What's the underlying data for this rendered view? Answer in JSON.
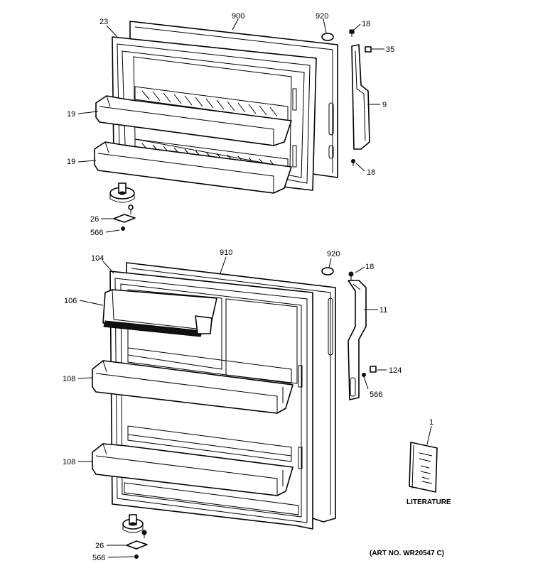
{
  "upper": {
    "labels": {
      "door": "23",
      "gasket_frame": "900",
      "plug": "920",
      "screw_top": "18",
      "cap": "35",
      "hinge": "9",
      "screw_bottom": "18",
      "shelf_a": "19",
      "shelf_b": "19",
      "hinge_plate": "26",
      "screw_plate": "566"
    }
  },
  "lower": {
    "labels": {
      "door": "104",
      "dairy_door": "106",
      "gasket_frame": "910",
      "plug": "920",
      "screw_top": "18",
      "hinge": "11",
      "cap": "124",
      "screw_side": "566",
      "shelf_a": "108",
      "shelf_b": "108",
      "hinge_plate": "26",
      "screw_plate": "566"
    }
  },
  "literature": {
    "number": "1",
    "caption": "LITERATURE"
  },
  "art_number": "(ART NO. WR20547 C)"
}
